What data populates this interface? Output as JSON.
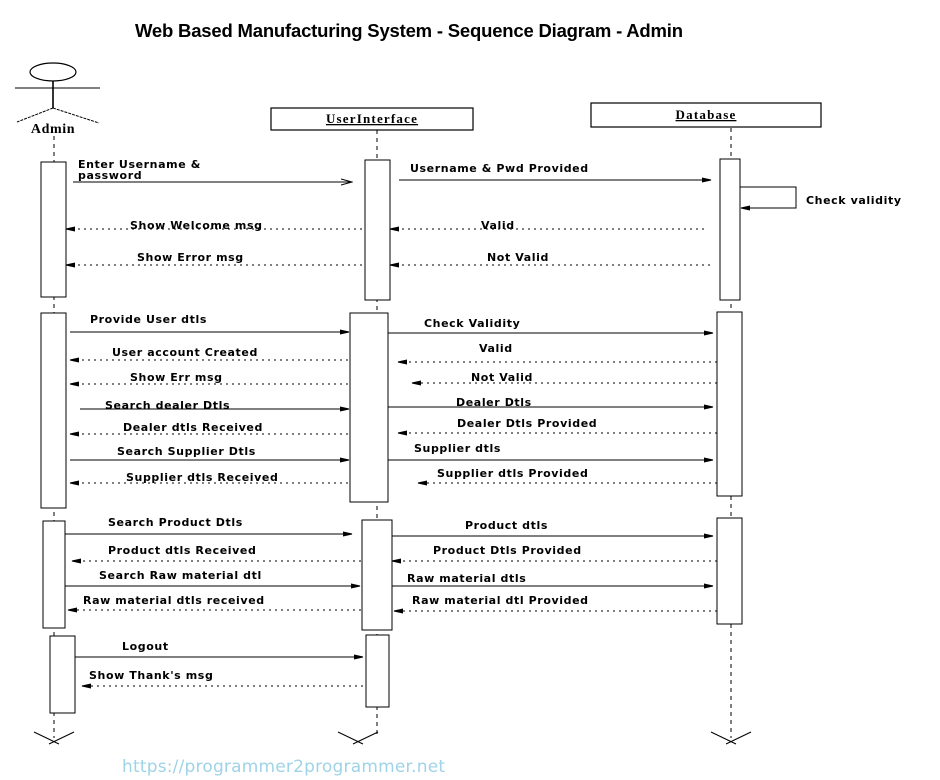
{
  "title": "Web Based Manufacturing System - Sequence Diagram - Admin",
  "footer": {
    "link_text": "https://programmer2programmer.net"
  },
  "participants": [
    {
      "id": "admin",
      "label": "Admin",
      "kind": "actor"
    },
    {
      "id": "ui",
      "label": "UserInterface",
      "kind": "object"
    },
    {
      "id": "db",
      "label": "Database",
      "kind": "object"
    }
  ],
  "activations": [
    {
      "participant": "admin",
      "block": 1
    },
    {
      "participant": "ui",
      "block": 1
    },
    {
      "participant": "db",
      "block": 1
    },
    {
      "participant": "admin",
      "block": 2
    },
    {
      "participant": "ui",
      "block": 2
    },
    {
      "participant": "db",
      "block": 2
    },
    {
      "participant": "admin",
      "block": 3
    },
    {
      "participant": "ui",
      "block": 3
    },
    {
      "participant": "db",
      "block": 3
    },
    {
      "participant": "admin",
      "block": 4
    },
    {
      "participant": "ui",
      "block": 4
    }
  ],
  "messages": [
    {
      "from": "admin",
      "to": "ui",
      "type": "call",
      "label": [
        "Enter Username &",
        "password"
      ]
    },
    {
      "from": "ui",
      "to": "db",
      "type": "call",
      "label": [
        "Username & Pwd Provided"
      ]
    },
    {
      "from": "db",
      "to": "db",
      "type": "self",
      "label": [
        "Check validity"
      ]
    },
    {
      "from": "ui",
      "to": "admin",
      "type": "return",
      "label": [
        "Show Welcome msg"
      ]
    },
    {
      "from": "db",
      "to": "ui",
      "type": "return",
      "label": [
        "Valid"
      ]
    },
    {
      "from": "ui",
      "to": "admin",
      "type": "return",
      "label": [
        "Show Error msg"
      ]
    },
    {
      "from": "db",
      "to": "ui",
      "type": "return",
      "label": [
        "Not Valid"
      ]
    },
    {
      "from": "admin",
      "to": "ui",
      "type": "call",
      "label": [
        "Provide User  dtls"
      ]
    },
    {
      "from": "ui",
      "to": "db",
      "type": "call",
      "label": [
        "Check Validity"
      ]
    },
    {
      "from": "ui",
      "to": "admin",
      "type": "return",
      "label": [
        "User account Created"
      ]
    },
    {
      "from": "db",
      "to": "ui",
      "type": "return",
      "label": [
        "Valid"
      ]
    },
    {
      "from": "ui",
      "to": "admin",
      "type": "return",
      "label": [
        "Show Err msg"
      ]
    },
    {
      "from": "db",
      "to": "ui",
      "type": "return",
      "label": [
        "Not Valid"
      ]
    },
    {
      "from": "admin",
      "to": "ui",
      "type": "call",
      "label": [
        "Search dealer Dtls"
      ]
    },
    {
      "from": "ui",
      "to": "db",
      "type": "call",
      "label": [
        "Dealer Dtls"
      ]
    },
    {
      "from": "ui",
      "to": "admin",
      "type": "return",
      "label": [
        "Dealer dtls Received"
      ]
    },
    {
      "from": "db",
      "to": "ui",
      "type": "return",
      "label": [
        "Dealer Dtls Provided"
      ]
    },
    {
      "from": "admin",
      "to": "ui",
      "type": "call",
      "label": [
        "Search Supplier Dtls"
      ]
    },
    {
      "from": "ui",
      "to": "db",
      "type": "call",
      "label": [
        "Supplier dtls"
      ]
    },
    {
      "from": "ui",
      "to": "admin",
      "type": "return",
      "label": [
        "Supplier dtls Received"
      ]
    },
    {
      "from": "db",
      "to": "ui",
      "type": "return",
      "label": [
        "Supplier dtls Provided"
      ]
    },
    {
      "from": "admin",
      "to": "ui",
      "type": "call",
      "label": [
        "Search Product Dtls"
      ]
    },
    {
      "from": "ui",
      "to": "db",
      "type": "call",
      "label": [
        "Product dtls"
      ]
    },
    {
      "from": "ui",
      "to": "admin",
      "type": "return",
      "label": [
        "Product dtls Received"
      ]
    },
    {
      "from": "db",
      "to": "ui",
      "type": "return",
      "label": [
        "Product Dtls Provided"
      ]
    },
    {
      "from": "admin",
      "to": "ui",
      "type": "call",
      "label": [
        "Search Raw material dtl"
      ]
    },
    {
      "from": "ui",
      "to": "db",
      "type": "call",
      "label": [
        "Raw  material  dtls"
      ]
    },
    {
      "from": "ui",
      "to": "admin",
      "type": "return",
      "label": [
        "Raw  material dtls received"
      ]
    },
    {
      "from": "db",
      "to": "ui",
      "type": "return",
      "label": [
        "Raw  material  dtl  Provided"
      ]
    },
    {
      "from": "admin",
      "to": "ui",
      "type": "call",
      "label": [
        "Logout"
      ]
    },
    {
      "from": "ui",
      "to": "admin",
      "type": "return",
      "label": [
        "Show Thank's msg"
      ]
    }
  ]
}
